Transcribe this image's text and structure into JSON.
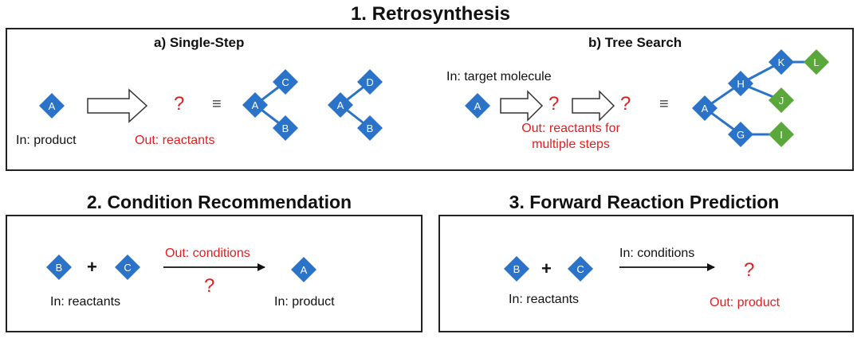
{
  "colors": {
    "blue_node": "#2a73c8",
    "green_node": "#5aa83b",
    "red_text": "#e02020"
  },
  "titles": {
    "retro": "1. Retrosynthesis",
    "condition": "2. Condition Recommendation",
    "forward": "3. Forward Reaction Prediction"
  },
  "retro": {
    "single_step": {
      "subtitle": "a) Single-Step",
      "input_label": "In: product",
      "output_label": "Out: reactants",
      "question": "?",
      "equiv": "≡"
    },
    "tree_search": {
      "subtitle": "b) Tree Search",
      "input_label": "In: target molecule",
      "output_label_1": "Out: reactants for",
      "output_label_2": "multiple steps",
      "question_1": "?",
      "question_2": "?",
      "equiv": "≡"
    }
  },
  "condition": {
    "output_label": "Out: conditions",
    "question": "?",
    "plus": "+",
    "input_label": "In: reactants",
    "product_label": "In: product"
  },
  "forward": {
    "plus": "+",
    "input_label": "In: reactants",
    "condition_label": "In: conditions",
    "question": "?",
    "output_label": "Out: product"
  },
  "nodes": {
    "A": "A",
    "B": "B",
    "C": "C",
    "D": "D",
    "G": "G",
    "H": "H",
    "I": "I",
    "J": "J",
    "K": "K",
    "L": "L"
  }
}
